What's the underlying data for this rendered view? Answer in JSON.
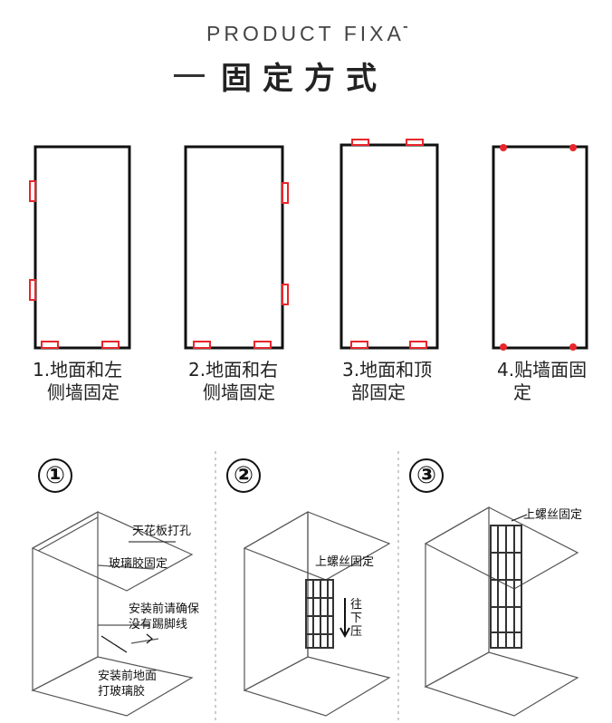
{
  "header": {
    "title_en": "PRODUCT FIXATION",
    "title_cn": "固定方式"
  },
  "methods": [
    {
      "line1": "1.地面和左",
      "line2": "侧墙固定"
    },
    {
      "line1": "2.地面和右",
      "line2": "侧墙固定"
    },
    {
      "line1": "3.地面和顶",
      "line2": "部固定"
    },
    {
      "line1": "4.贴墙面固",
      "line2": "定"
    }
  ],
  "steps": [
    {
      "number": "①",
      "annotations": {
        "ceiling_drill": "天花板打孔",
        "glass_glue": "玻璃胶固定",
        "check_line1": "安装前请确保",
        "check_line2": "没有踢脚线",
        "floor_line1": "安装前地面",
        "floor_line2": "打玻璃胶"
      }
    },
    {
      "number": "②",
      "annotations": {
        "screw": "上螺丝固定",
        "press_down": "往下压"
      }
    },
    {
      "number": "③",
      "annotations": {
        "screw": "上螺丝固定"
      }
    }
  ],
  "colors": {
    "frame": "#111111",
    "clip": "#e8262c",
    "line": "#555555",
    "divider": "#bbbbbb"
  }
}
